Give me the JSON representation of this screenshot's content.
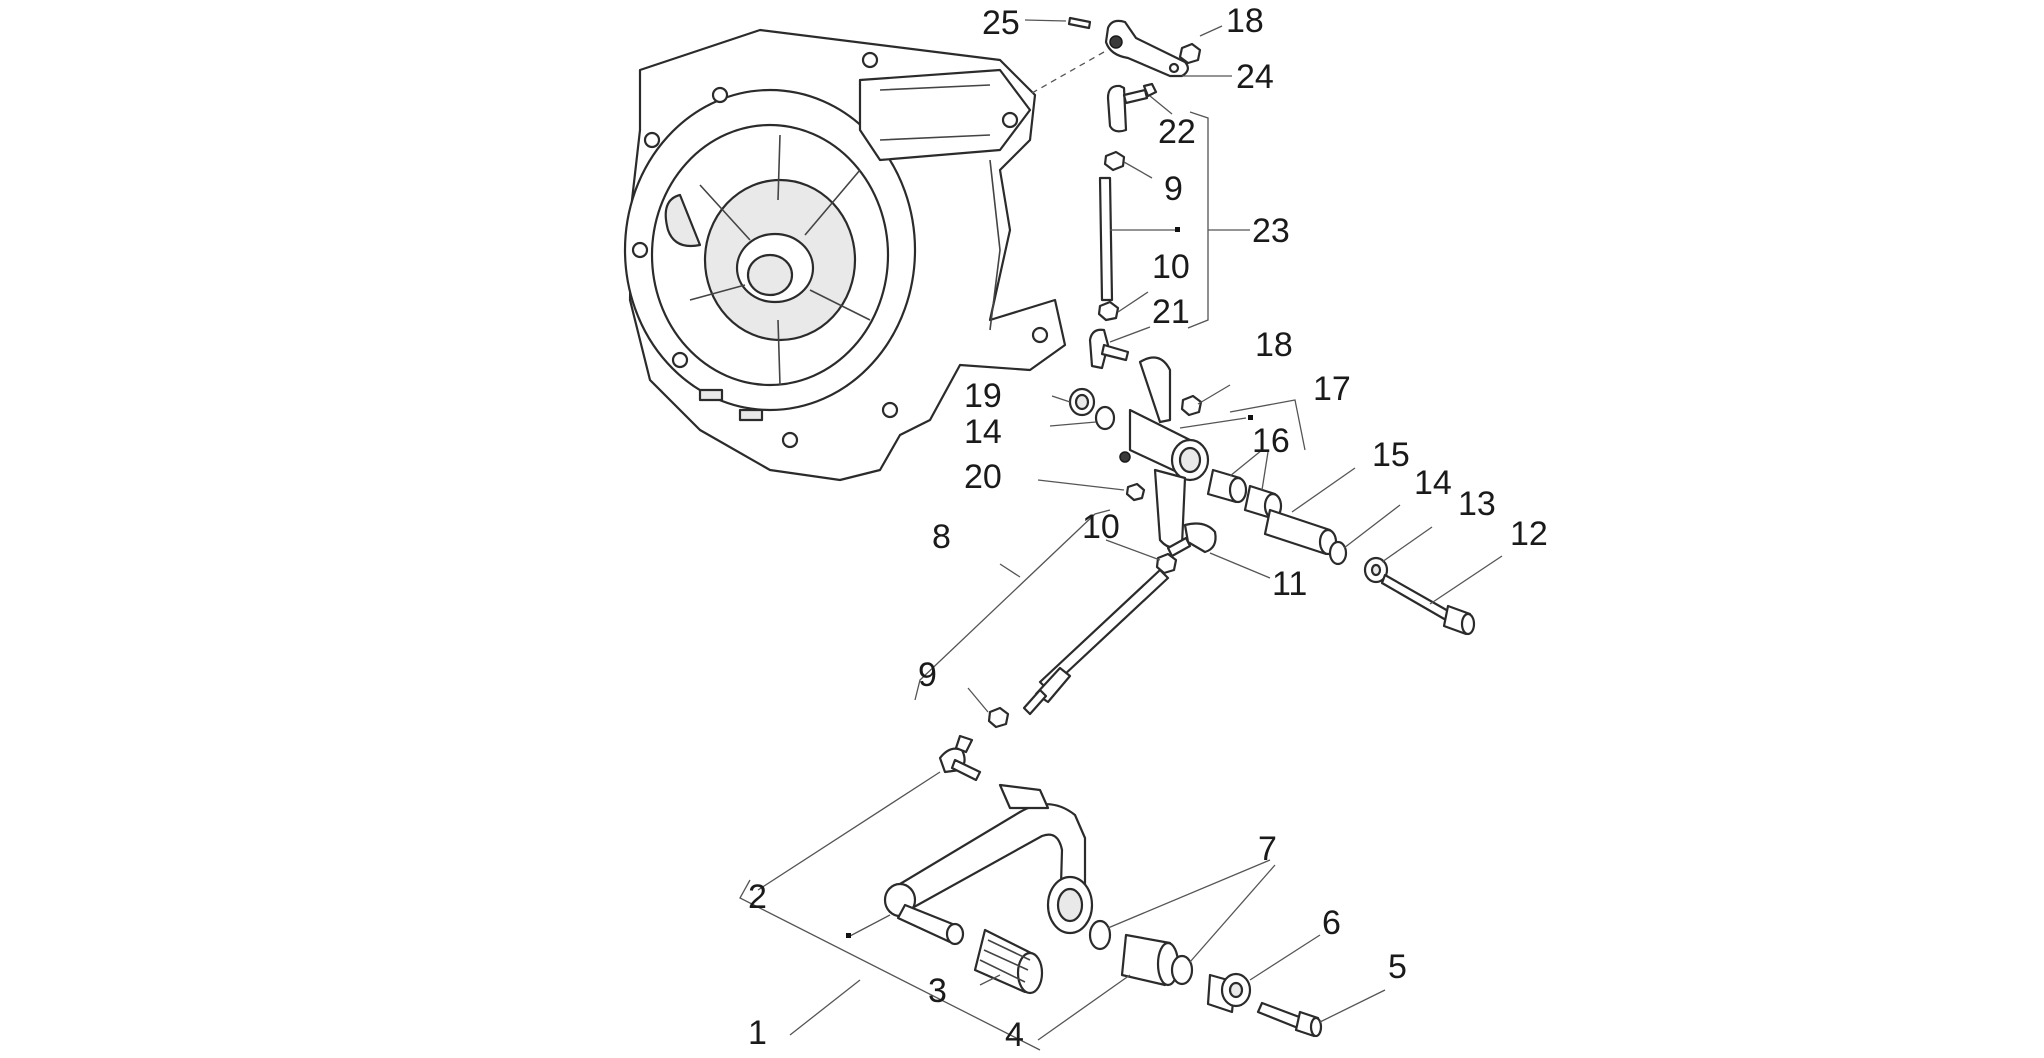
{
  "diagram": {
    "labels": {
      "l1": "1",
      "l2": "2",
      "l3": "3",
      "l4": "4",
      "l5": "5",
      "l6": "6",
      "l7": "7",
      "l8": "8",
      "l9a": "9",
      "l9b": "9",
      "l10a": "10",
      "l10b": "10",
      "l11": "11",
      "l12": "12",
      "l13": "13",
      "l14a": "14",
      "l14b": "14",
      "l15": "15",
      "l16": "16",
      "l17": "17",
      "l18a": "18",
      "l18b": "18",
      "l19": "19",
      "l20": "20",
      "l21": "21",
      "l22": "22",
      "l23": "23",
      "l24": "24",
      "l25": "25"
    }
  }
}
